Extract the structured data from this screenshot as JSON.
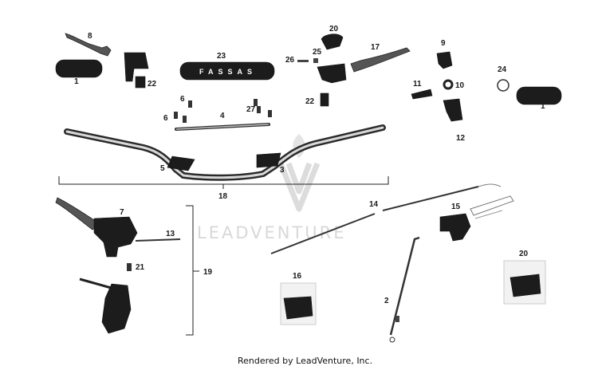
{
  "watermark": {
    "text": "LEADVENTURE"
  },
  "footer": {
    "text": "Rendered by LeadVenture, Inc."
  },
  "grip_logo": "FASSAS",
  "callouts": {
    "c1a": "1",
    "c1b": "1",
    "c2": "2",
    "c3": "3",
    "c4": "4",
    "c5": "5",
    "c6a": "6",
    "c6b": "6",
    "c7": "7",
    "c8": "8",
    "c9": "9",
    "c10": "10",
    "c11": "11",
    "c12": "12",
    "c13": "13",
    "c14": "14",
    "c15": "15",
    "c16": "16",
    "c17": "17",
    "c18": "18",
    "c19": "19",
    "c20a": "20",
    "c20b": "20",
    "c21": "21",
    "c22a": "22",
    "c22b": "22",
    "c23": "23",
    "c24": "24",
    "c25": "25",
    "c26": "26",
    "c27": "27"
  },
  "colors": {
    "part": "#1c1c1c",
    "line": "#333333",
    "watermark": "#d8d8d8"
  }
}
